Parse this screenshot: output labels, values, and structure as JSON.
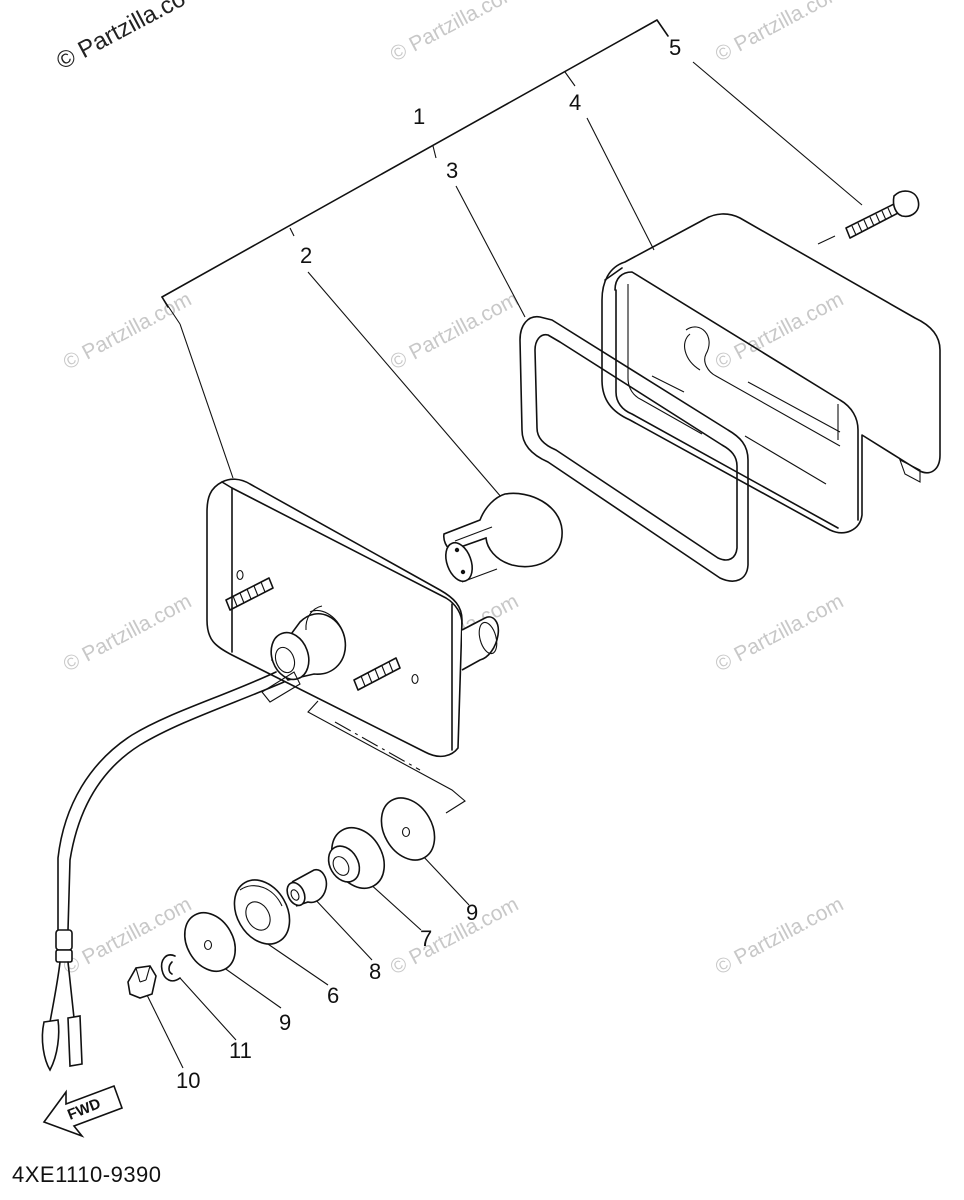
{
  "watermark": {
    "main": "© Partzilla.co",
    "repeat": "© Partzilla.com"
  },
  "callouts": {
    "c1": "1",
    "c2": "2",
    "c3": "3",
    "c4": "4",
    "c5": "5",
    "c6": "6",
    "c7": "7",
    "c8": "8",
    "c9a": "9",
    "c9b": "9",
    "c10": "10",
    "c11": "11"
  },
  "fwd_label": "FWD",
  "diagram_code": "4XE1110-9390"
}
